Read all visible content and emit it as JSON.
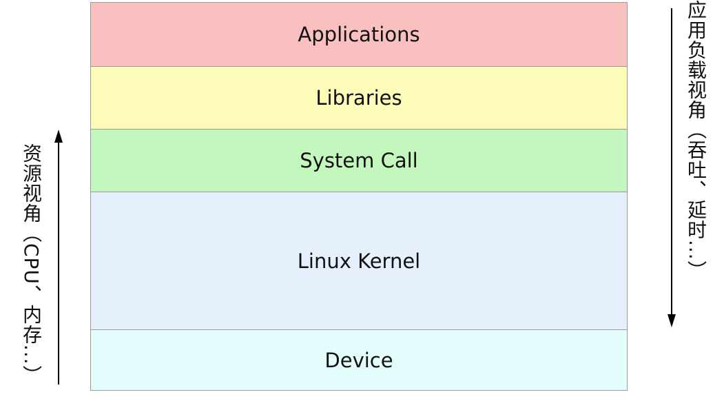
{
  "layers": [
    {
      "label": "Applications",
      "color": "#f9c0c0"
    },
    {
      "label": "Libraries",
      "color": "#fcfbb8"
    },
    {
      "label": "System Call",
      "color": "#c4f7bd"
    },
    {
      "label": "Linux Kernel",
      "color": "#e6effc"
    },
    {
      "label": "Device",
      "color": "#e3fdfc"
    }
  ],
  "left_axis": {
    "label": "资源视角（CPU、内存...）",
    "direction": "up"
  },
  "right_axis": {
    "label": "应用负载视角（吞吐、延时...）",
    "direction": "down"
  },
  "colors": {
    "border": "#9a9a9a",
    "arrow": "#000000",
    "text": "#111111"
  }
}
